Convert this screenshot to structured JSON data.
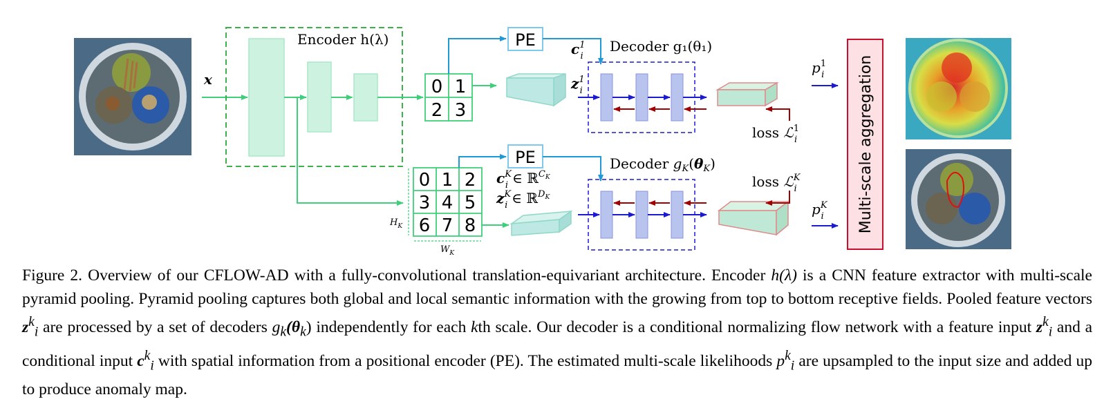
{
  "figure": {
    "input_label": "x",
    "encoder_label": "Encoder h(λ)",
    "pe_label": "PE",
    "decoder_top_label": "Decoder g₁(θ₁)",
    "decoder_bottom_label": "Decoder g_K(θ_K)",
    "c_top": "c",
    "c_top_sup": "1",
    "c_top_sub": "i",
    "z_top": "z",
    "z_top_sup": "1",
    "z_top_sub": "i",
    "c_bottom": "c",
    "c_bottom_sup": "K",
    "c_bottom_sub": "i",
    "c_bottom_space": "∈ ℝ",
    "c_bottom_space_exp": "C",
    "c_bottom_space_exp_sub": "K",
    "z_bottom": "z",
    "z_bottom_sup": "K",
    "z_bottom_sub": "i",
    "z_bottom_space": "∈ ℝ",
    "z_bottom_space_exp": "D",
    "z_bottom_space_exp_sub": "K",
    "grid_top": [
      "0",
      "1",
      "2",
      "3"
    ],
    "grid_bottom": [
      "0",
      "1",
      "2",
      "3",
      "4",
      "5",
      "6",
      "7",
      "8"
    ],
    "h_label": "H",
    "h_sub": "K",
    "w_label": "W",
    "w_sub": "K",
    "loss_top": "loss ",
    "loss_top_L": "ℒ",
    "loss_top_sup": "1",
    "loss_top_sub": "i",
    "loss_bottom": "loss ",
    "loss_bottom_L": "ℒ",
    "loss_bottom_sup": "K",
    "loss_bottom_sub": "i",
    "p_top": "p",
    "p_top_sup": "1",
    "p_top_sub": "i",
    "p_bottom": "p",
    "p_bottom_sup": "K",
    "p_bottom_sub": "i",
    "aggregation_label": "Multi-scale aggregation",
    "colors": {
      "green": "#3fcf7a",
      "blue_arrow": "#1f9ad6",
      "navy": "#1a1ad0",
      "dark_red": "#a00000",
      "agg_red": "#c8102e"
    }
  },
  "caption": {
    "prefix": "Figure 2. Overview of our CFLOW-AD with a fully-convolutional translation-equivariant architecture.  Encoder ",
    "encoder_sym": "h(λ)",
    "line1_rest": " is a CNN feature extractor with multi-scale pyramid pooling. Pyramid pooling captures both global and local semantic information with the growing from top to bottom receptive fields.  Pooled feature vectors ",
    "z_sym": "z",
    "z_sup": "k",
    "z_sub": "i",
    "part3": " are processed by a set of decoders ",
    "g_sym": "g",
    "g_sub": "k",
    "g_arg": "(θ",
    "g_arg_sub": "k",
    "g_close": ")",
    "part4": " independently for each ",
    "k_sym": "k",
    "part5": "th scale. Our decoder is a conditional normalizing flow network with a feature input ",
    "part6": " and a conditional input ",
    "c_sym": "c",
    "part7": " with spatial information from a positional encoder (PE). The estimated multi-scale likelihoods ",
    "p_sym": "p",
    "part8": " are upsampled to the input size and added up to produce anomaly map."
  }
}
